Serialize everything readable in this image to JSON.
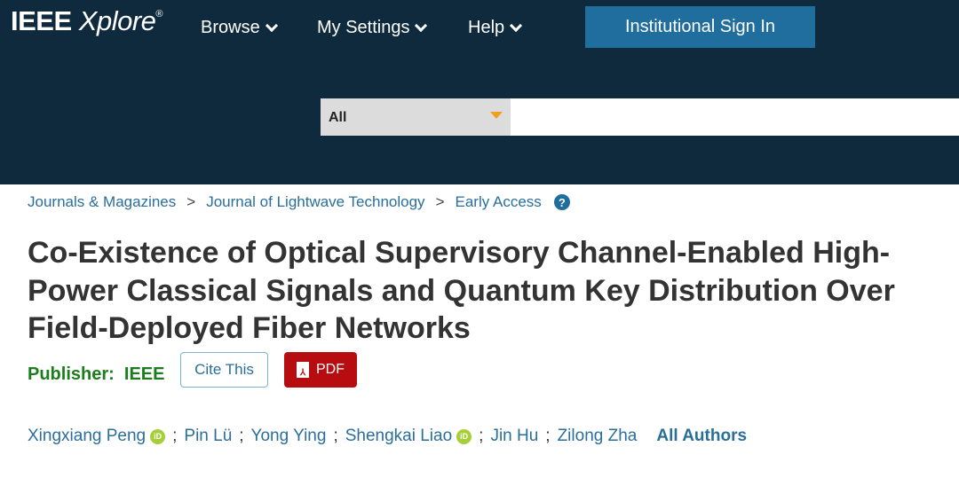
{
  "header": {
    "logo_main": "IEEE",
    "logo_sub": "Xplore",
    "logo_reg": "®",
    "nav": [
      "Browse",
      "My Settings",
      "Help"
    ],
    "signin": "Institutional Sign In"
  },
  "search": {
    "scope": "All",
    "placeholder": ""
  },
  "breadcrumb": [
    "Journals & Magazines",
    "Journal of Lightwave Technology",
    "Early Access"
  ],
  "breadcrumb_sep": ">",
  "help_icon": "?",
  "title_lines": [
    "Co-Existence of Optical Supervisory Channel-Enabled High-",
    "Power Classical Signals and Quantum Key Distribution Over",
    "Field-Deployed Fiber Networks"
  ],
  "publisher": "Publisher:  IEEE",
  "cite": "Cite This",
  "pdf": "PDF",
  "authors": [
    "Xingxiang Peng",
    "Pin Lü",
    "Yong Ying",
    "Shengkai Liao",
    "Jin Hu",
    "Zilong Zha"
  ],
  "author_sep": ";",
  "orcid_label": "iD",
  "all_authors": "All Authors"
}
